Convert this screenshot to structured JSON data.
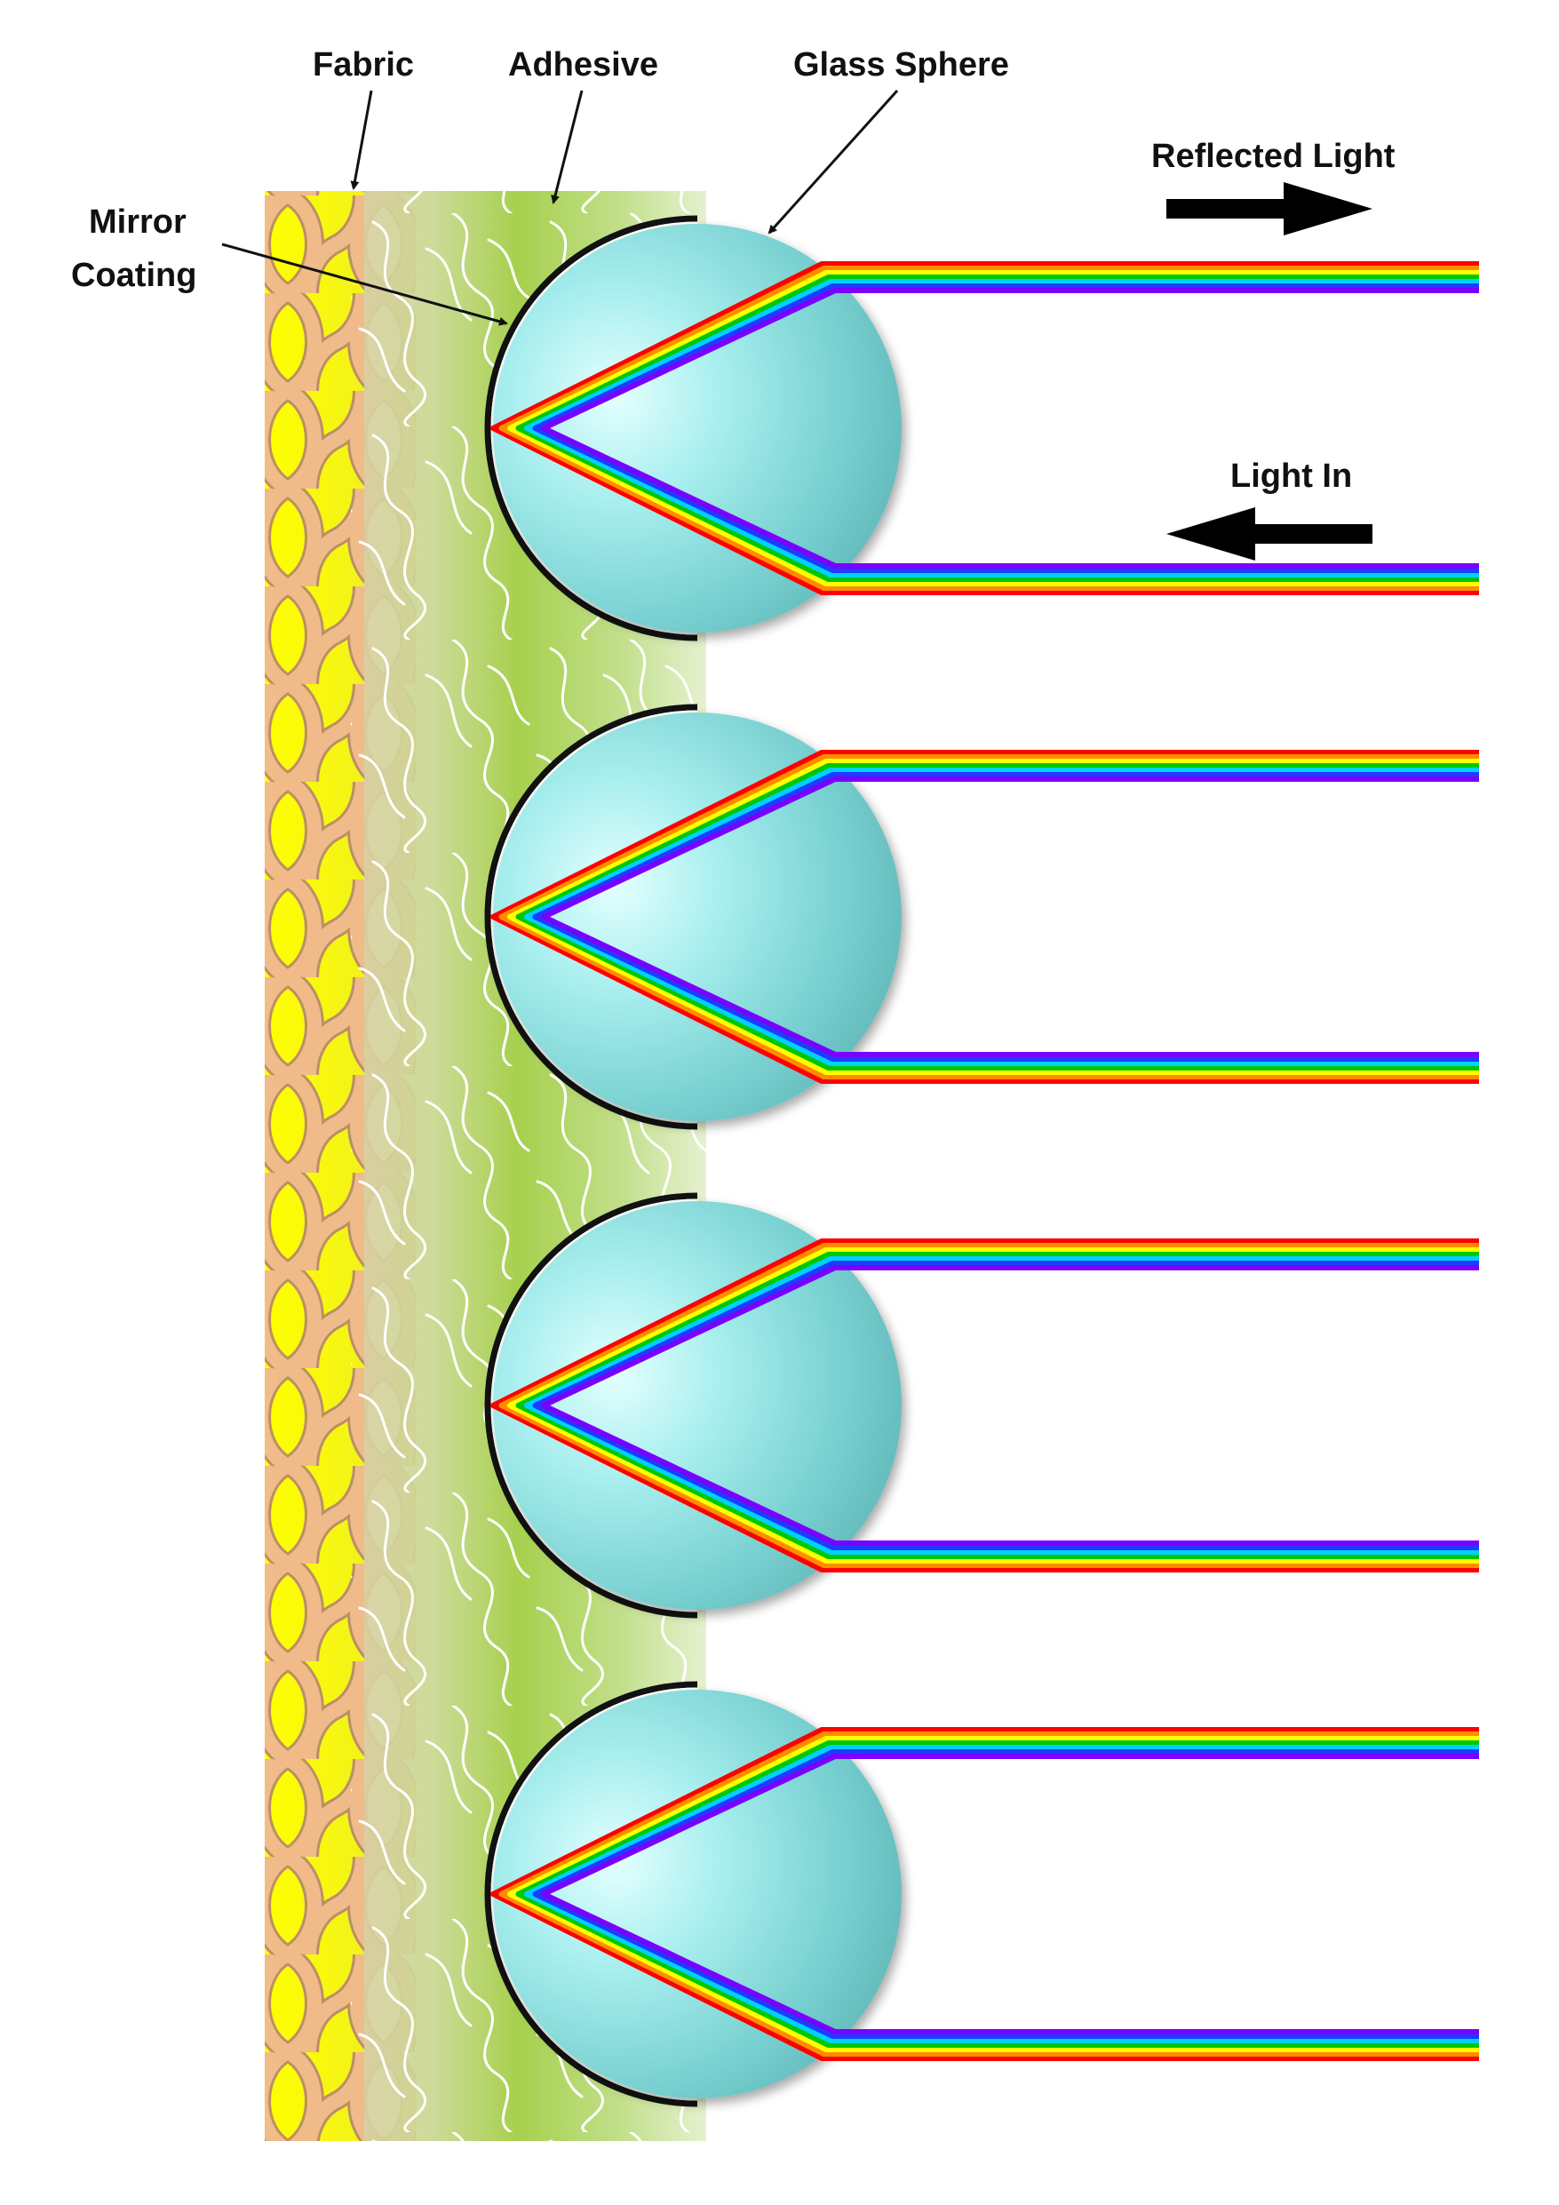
{
  "labels": {
    "fabric": "Fabric",
    "adhesive": "Adhesive",
    "glass_sphere": "Glass Sphere",
    "mirror_coating_line1": "Mirror",
    "mirror_coating_line2": "Coating",
    "reflected_light": "Reflected Light",
    "light_in": "Light In"
  },
  "layers": [
    "fabric",
    "adhesive",
    "mirror-coating",
    "glass-sphere"
  ],
  "sphere_count": 4,
  "colors": {
    "fabric_base": "#ffff00",
    "fabric_weave": "#f0b890",
    "adhesive": "#9ccc3c",
    "sphere": "#6fc9c9",
    "sphere_highlight": "#dcffff",
    "mirror": "#111111",
    "arrow": "#000000"
  },
  "rainbow_colors": [
    "#ff0000",
    "#ff8c00",
    "#ffff00",
    "#00c800",
    "#00d0ff",
    "#1e3cff",
    "#7a00ff"
  ],
  "icons": {
    "reflected_arrow": "arrow-right-icon",
    "incoming_arrow": "arrow-left-icon"
  }
}
